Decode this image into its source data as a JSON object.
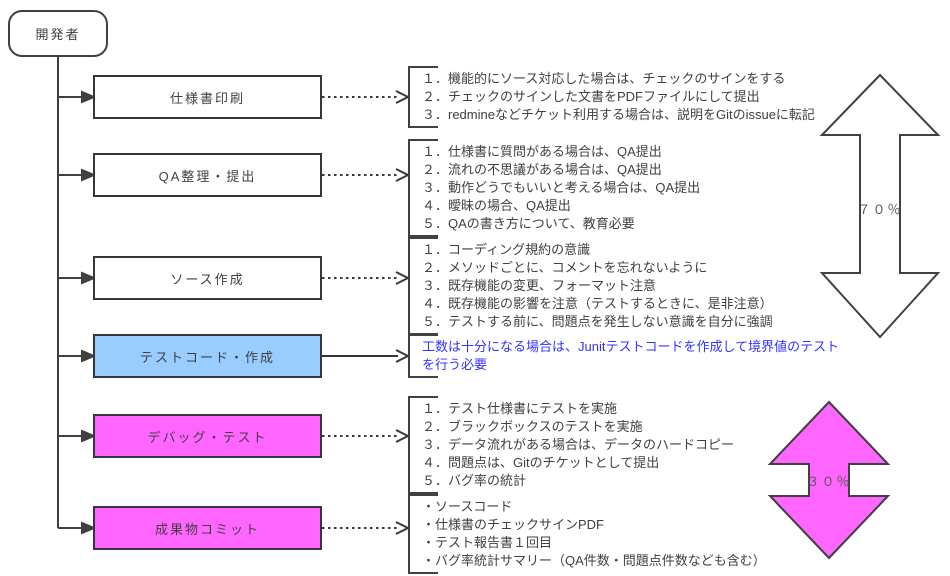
{
  "actor": {
    "label": "開発者"
  },
  "process_boxes": [
    {
      "label": "仕様書印刷",
      "fill": "#FFFFFF"
    },
    {
      "label": "QA整理・提出",
      "fill": "#FFFFFF"
    },
    {
      "label": "ソース作成",
      "fill": "#FFFFFF"
    },
    {
      "label": "テストコード・作成",
      "fill": "#99CCFF"
    },
    {
      "label": "デバッグ・テスト",
      "fill": "#FF66FF"
    },
    {
      "label": "成果物コミット",
      "fill": "#FF66FF"
    }
  ],
  "notes": [
    {
      "lines": [
        "１．機能的にソース対応した場合は、チェックのサインをする",
        "２．チェックのサインした文書をPDFファイルにして提出",
        "３．redmineなどチケット利用する場合は、説明をGitのissueに転記"
      ],
      "color": "#404040"
    },
    {
      "lines": [
        "１．仕様書に質問がある場合は、QA提出",
        "２．流れの不思議がある場合は、QA提出",
        "３．動作どうでもいいと考える場合は、QA提出",
        "４．曖昧の場合、QA提出",
        "５．QAの書き方について、教育必要"
      ],
      "color": "#404040"
    },
    {
      "lines": [
        "１．コーディング規約の意識",
        "２．メソッドごとに、コメントを忘れないように",
        "３．既存機能の変更、フォーマット注意",
        "４．既存機能の影響を注意（テストするときに、是非注意）",
        "５．テストする前に、問題点を発生しない意識を自分に強調"
      ],
      "color": "#404040"
    },
    {
      "lines": [
        "工数は十分になる場合は、Junitテストコードを作成して境界値のテスト",
        "を行う必要"
      ],
      "color": "#3333FF"
    },
    {
      "lines": [
        "１．テスト仕様書にテストを実施",
        "２．ブラックボックスのテストを実施",
        "３．データ流れがある場合は、データのハードコピー",
        "４．問題点は、Gitのチケットとして提出",
        "５．バグ率の統計"
      ],
      "color": "#404040"
    },
    {
      "lines": [
        "・ソースコード",
        "・仕様書のチェックサインPDF",
        "・テスト報告書１回目",
        "・バグ率統計サマリー（QA件数・問題点件数なども含む）"
      ],
      "color": "#404040"
    }
  ],
  "effort_arrows": [
    {
      "label": "７０％",
      "fill": "#FFFFFF"
    },
    {
      "label": "３０％",
      "fill": "#FF66FF"
    }
  ],
  "colors": {
    "line": "#404040",
    "text": "#404040",
    "percent_text": "#595959",
    "highlight_blue": "#99CCFF",
    "highlight_magenta": "#FF66FF",
    "note_blue_text": "#3333FF"
  }
}
